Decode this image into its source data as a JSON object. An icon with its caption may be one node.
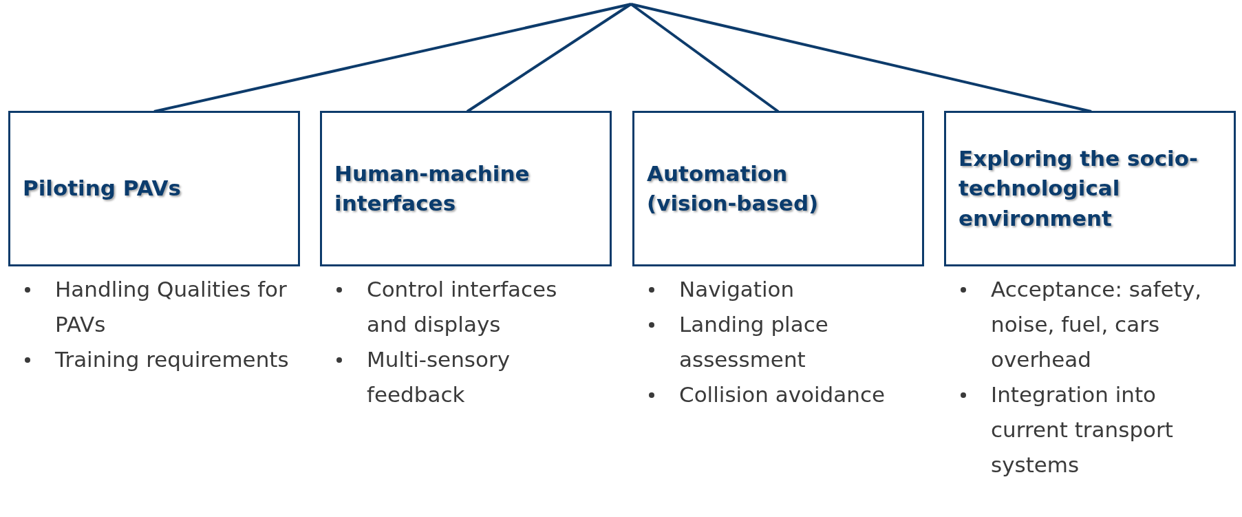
{
  "diagram": {
    "nodes": [
      {
        "text": [
          "Piloting PAVs"
        ],
        "beside": [
          "Handling Qualities for PAVs",
          "Training requirements"
        ]
      },
      {
        "text": [
          "Human-machine interfaces"
        ],
        "beside": [
          "Control interfaces and displays",
          "Multi-sensory feedback"
        ]
      },
      {
        "text": [
          "Automation (vision-based)"
        ],
        "beside": [
          "Navigation",
          "Landing place assessment",
          "Collision avoidance"
        ]
      },
      {
        "text": [
          "Exploring the socio-technological environment"
        ],
        "beside": [
          "Acceptance: safety, noise, fuel, cars overhead",
          "Integration into current transport systems"
        ]
      }
    ],
    "edges": [
      {
        "from": null,
        "to": 0,
        "arrow": "none"
      },
      {
        "from": null,
        "to": 1,
        "arrow": "none"
      },
      {
        "from": null,
        "to": 2,
        "arrow": "none"
      },
      {
        "from": null,
        "to": 3,
        "arrow": "none"
      }
    ]
  }
}
